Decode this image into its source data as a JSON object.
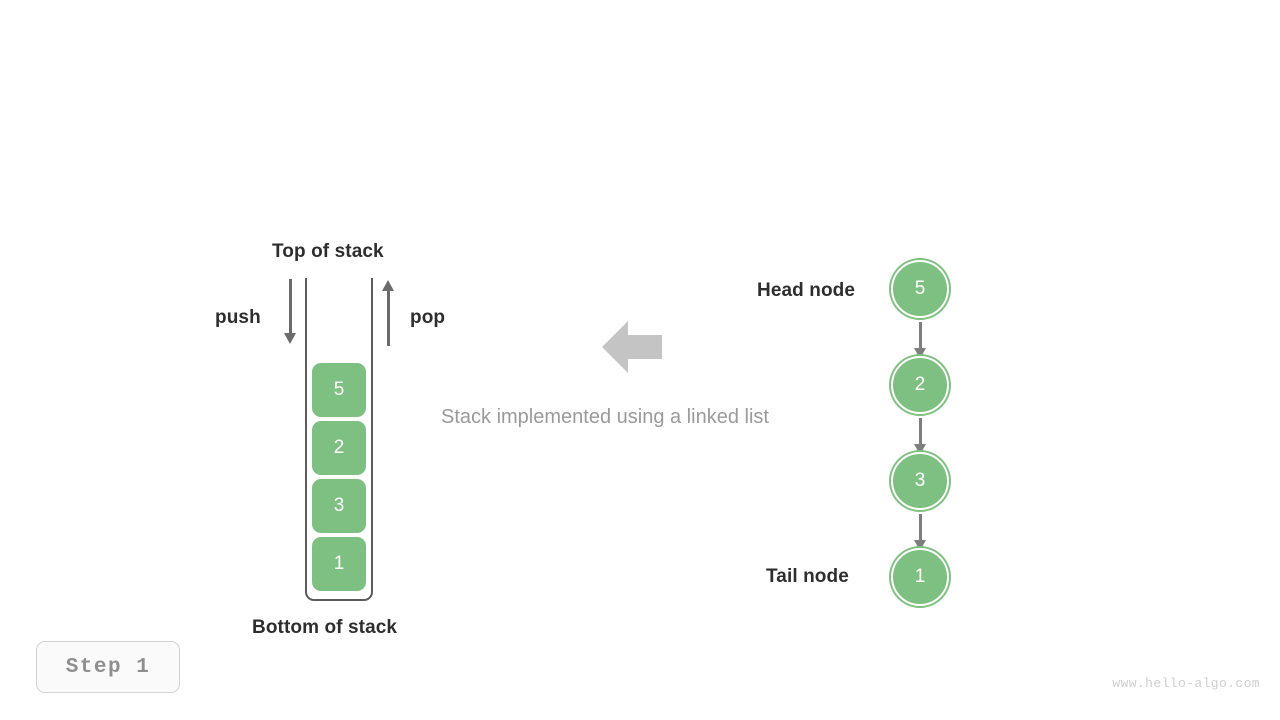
{
  "diagram": {
    "caption": "Stack implemented using a linked list",
    "center_arrow_direction": "left",
    "colors": {
      "node_green": "#7ec081",
      "arrow_grey": "#7e7e7e",
      "container_stroke": "#5c5c5c",
      "caption_grey": "#9a9a9a",
      "big_arrow_grey": "#c4c4c4",
      "label_dark": "#2e2e2e"
    }
  },
  "stack": {
    "top_label": "Top of stack",
    "bottom_label": "Bottom of stack",
    "push_label": "push",
    "pop_label": "pop",
    "items": [
      {
        "value": "5"
      },
      {
        "value": "2"
      },
      {
        "value": "3"
      },
      {
        "value": "1"
      }
    ]
  },
  "linked_list": {
    "head_label": "Head node",
    "tail_label": "Tail node",
    "nodes": [
      {
        "value": "5"
      },
      {
        "value": "2"
      },
      {
        "value": "3"
      },
      {
        "value": "1"
      }
    ]
  },
  "footer": {
    "step_label": "Step 1",
    "watermark": "www.hello-algo.com"
  }
}
